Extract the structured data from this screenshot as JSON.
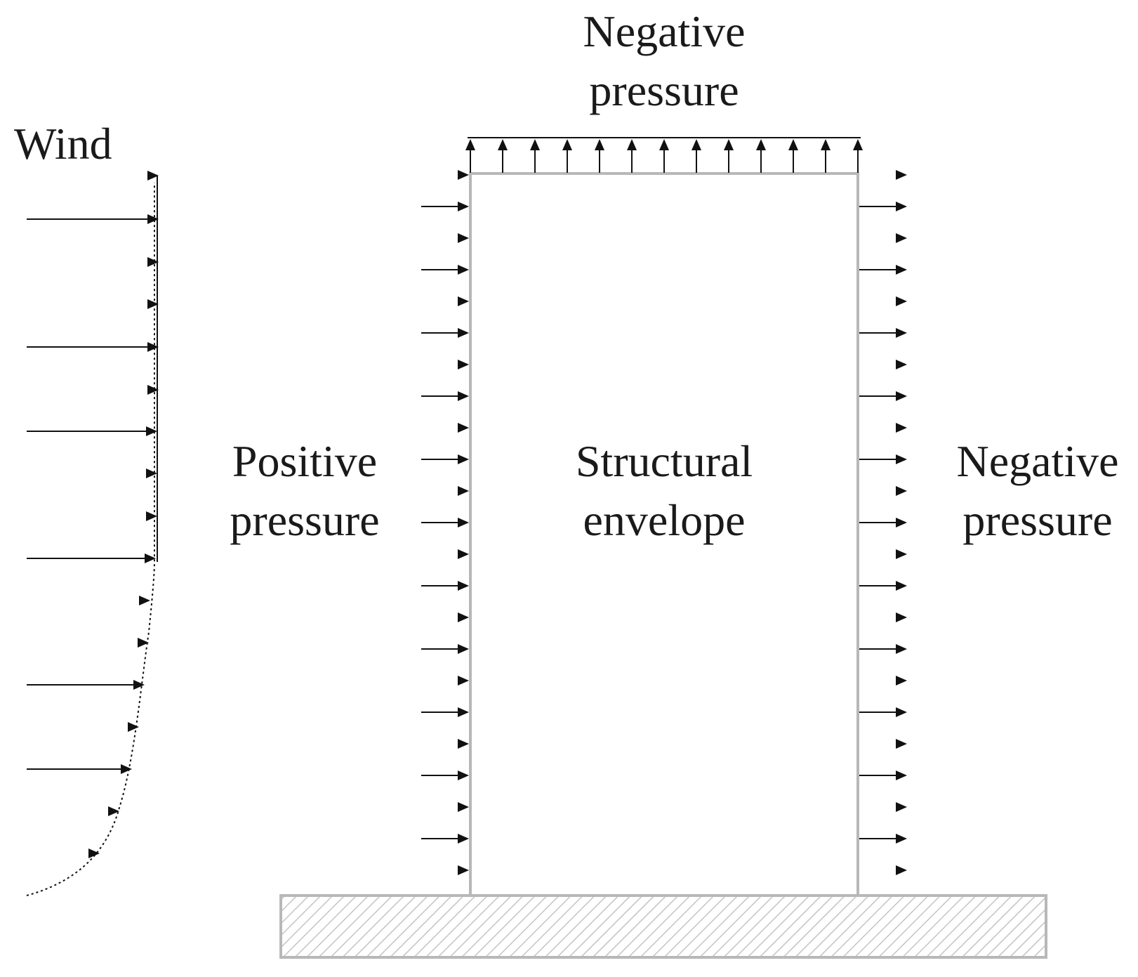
{
  "labels": {
    "wind": "Wind",
    "top_line1": "Negative",
    "top_line2": "pressure",
    "left_line1": "Positive",
    "left_line2": "pressure",
    "center_line1": "Structural",
    "center_line2": "envelope",
    "right_line1": "Negative",
    "right_line2": "pressure"
  },
  "colors": {
    "ink": "#111111",
    "envelope": "#b8b8b8",
    "ground_fill": "#e6e6e6",
    "ground_hatch": "#c4c4c4"
  },
  "icons": {
    "arrow": "arrowhead",
    "ground": "hatched-ground"
  }
}
